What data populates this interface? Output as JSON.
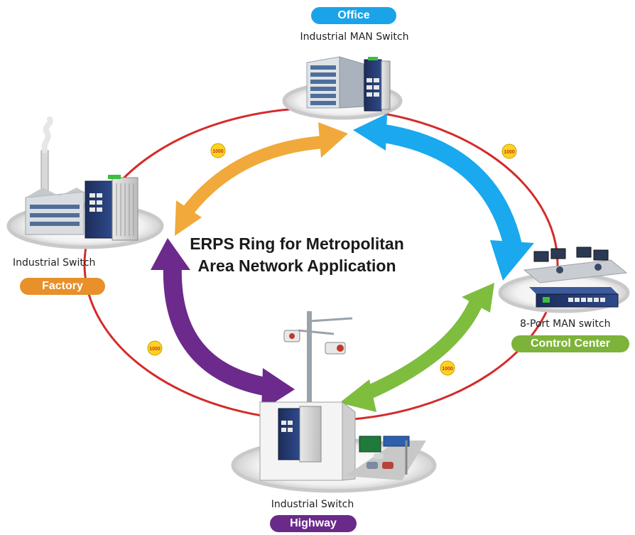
{
  "title_line1": "ERPS Ring for Metropolitan",
  "title_line2": "Area Network Application",
  "nodes": {
    "office": {
      "site": "Office",
      "device": "Industrial MAN Switch",
      "color": "#1aa3e8"
    },
    "factory": {
      "site": "Factory",
      "device": "Industrial Switch",
      "color": "#e8902a"
    },
    "control": {
      "site": "Control Center",
      "device": "8-Port MAN switch",
      "color": "#7db33a"
    },
    "highway": {
      "site": "Highway",
      "device": "Industrial Switch",
      "color": "#6a2a8a"
    }
  },
  "link_speeds": [
    "1000",
    "1000",
    "1000",
    "1000"
  ],
  "colors": {
    "ring": "#d42b2b",
    "arrow_orange": "#f0a93a",
    "arrow_blue": "#1aa8ef",
    "arrow_green": "#7fbd3f",
    "arrow_purple": "#6b2a8c"
  }
}
